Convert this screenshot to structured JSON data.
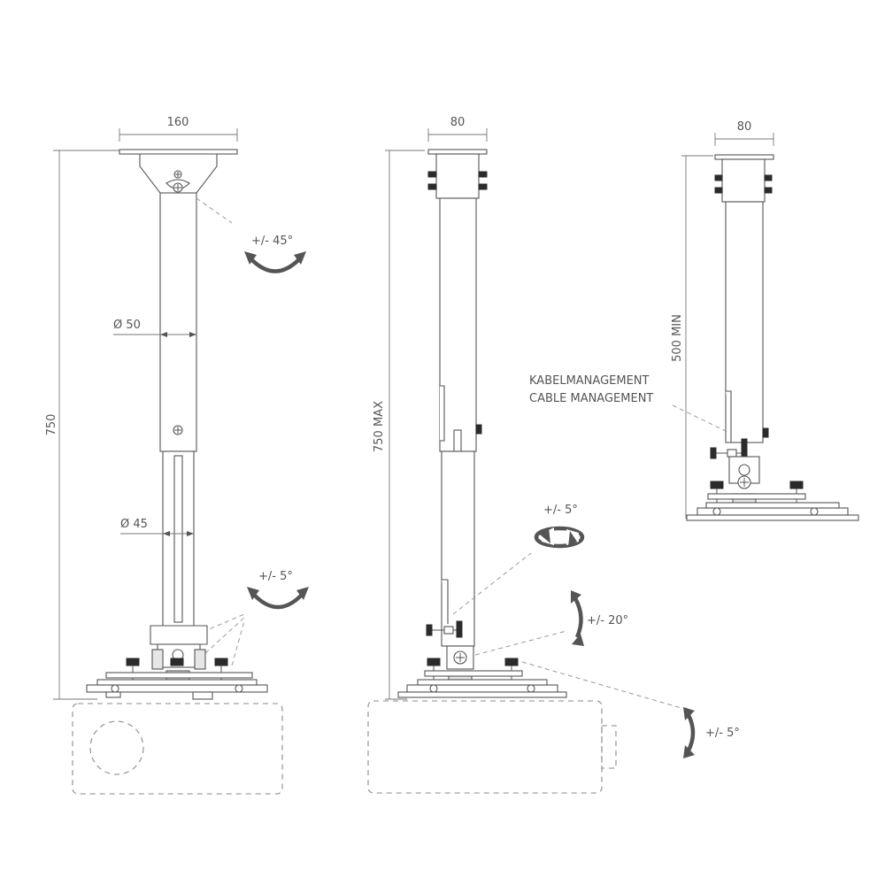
{
  "front_view": {
    "width_label": "160",
    "height_label": "750",
    "diam_upper": "Ø 50",
    "diam_lower": "Ø 45",
    "rotation_top": "+/- 45°",
    "rotation_bottom": "+/- 5°"
  },
  "side_view": {
    "width_label": "80",
    "height_label": "750 MAX",
    "swivel": "+/- 5°",
    "tilt": "+/- 20°",
    "level": "+/- 5°"
  },
  "min_view": {
    "width_label": "80",
    "height_label": "500 MIN",
    "cable_de": "KABELMANAGEMENT",
    "cable_en": "CABLE MANAGEMENT"
  }
}
